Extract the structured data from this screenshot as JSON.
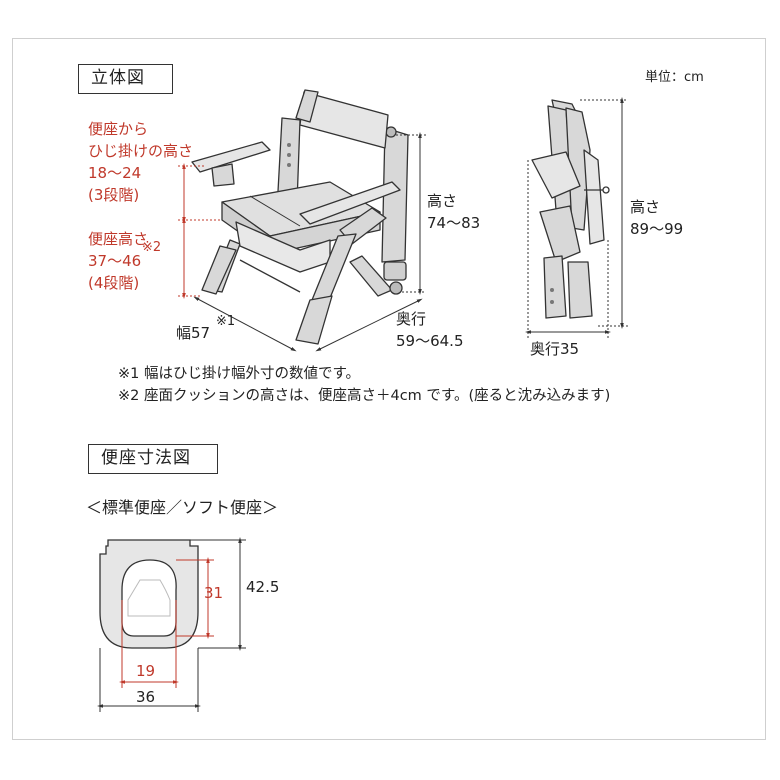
{
  "section1": {
    "title": "立体図",
    "unit": "単位：cm",
    "armrest_label": [
      "便座から",
      "ひじ掛けの高さ",
      "18～24",
      "(3段階)"
    ],
    "seat_label": [
      "便座高さ",
      "37～46",
      "(4段階)"
    ],
    "seat_note_mark": "※2",
    "height_label": [
      "高さ",
      "74～83"
    ],
    "depth_label": [
      "奥行",
      "59～64.5"
    ],
    "width_label": "幅57",
    "width_note_mark": "※1",
    "folded_height_label": [
      "高さ",
      "89～99"
    ],
    "folded_depth_label": "奥行35",
    "notes": [
      "※1  幅はひじ掛け幅外寸の数値です。",
      "※2  座面クッションの高さは、便座高さ＋4cm です。(座ると沈み込みます)"
    ]
  },
  "section2": {
    "title": "便座寸法図",
    "subtitle": "＜標準便座／ソフト便座＞",
    "dims": {
      "inner_length": "31",
      "outer_length": "42.5",
      "inner_width": "19",
      "outer_width": "36"
    }
  },
  "colors": {
    "dimension_red": "#c0392b",
    "line_dark": "#333333",
    "seat_fill": "#e6e6e6",
    "frame_fill": "#d8d8d8"
  }
}
